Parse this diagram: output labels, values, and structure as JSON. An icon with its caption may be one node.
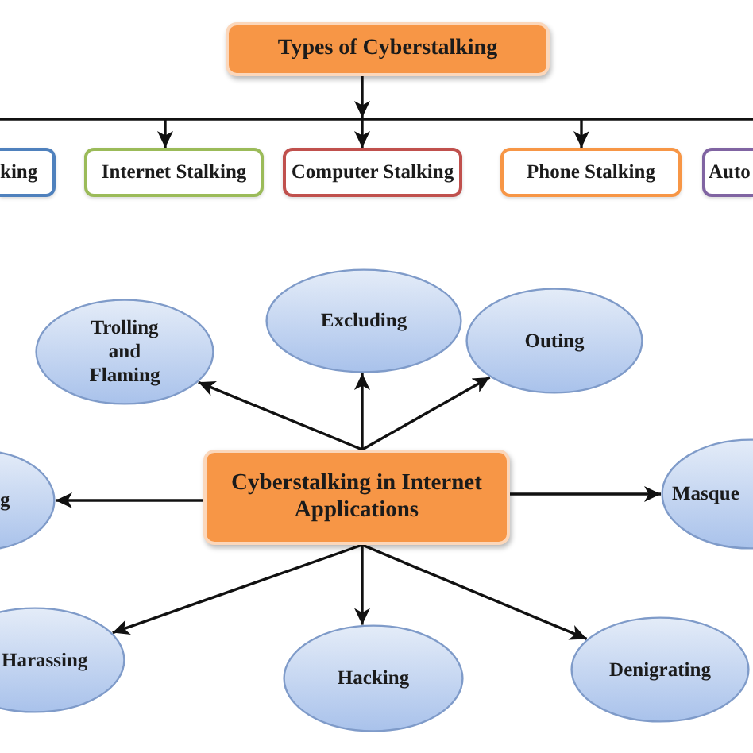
{
  "diagram": {
    "nodes": [
      {
        "text": [
          "Types of Cyberstalking"
        ]
      },
      {
        "text": [
          "king"
        ]
      },
      {
        "text": [
          "Internet Stalking"
        ]
      },
      {
        "text": [
          "Computer Stalking"
        ]
      },
      {
        "text": [
          "Phone Stalking"
        ]
      },
      {
        "text": [
          "Auto"
        ]
      },
      {
        "text": [
          "Trolling and Flaming"
        ]
      },
      {
        "text": [
          "Excluding"
        ]
      },
      {
        "text": [
          "Outing"
        ]
      },
      {
        "text": [
          "g"
        ]
      },
      {
        "text": [
          "Cyberstalking in Internet Applications"
        ]
      },
      {
        "text": [
          "Masque"
        ]
      },
      {
        "text": [
          "Harassing"
        ]
      },
      {
        "text": [
          "Hacking"
        ]
      },
      {
        "text": [
          "Denigrating"
        ]
      }
    ],
    "edges": [
      {
        "from": 0,
        "to": 2,
        "arrow": "to"
      },
      {
        "from": 0,
        "to": 3,
        "arrow": "to"
      },
      {
        "from": 0,
        "to": 4,
        "arrow": "to"
      },
      {
        "from": 10,
        "to": 6,
        "arrow": "to"
      },
      {
        "from": 10,
        "to": 7,
        "arrow": "to"
      },
      {
        "from": 10,
        "to": 8,
        "arrow": "to"
      },
      {
        "from": 10,
        "to": 9,
        "arrow": "to"
      },
      {
        "from": 10,
        "to": 11,
        "arrow": "to"
      },
      {
        "from": 10,
        "to": 12,
        "arrow": "to"
      },
      {
        "from": 10,
        "to": 13,
        "arrow": "to"
      },
      {
        "from": 10,
        "to": 14,
        "arrow": "to"
      }
    ]
  }
}
